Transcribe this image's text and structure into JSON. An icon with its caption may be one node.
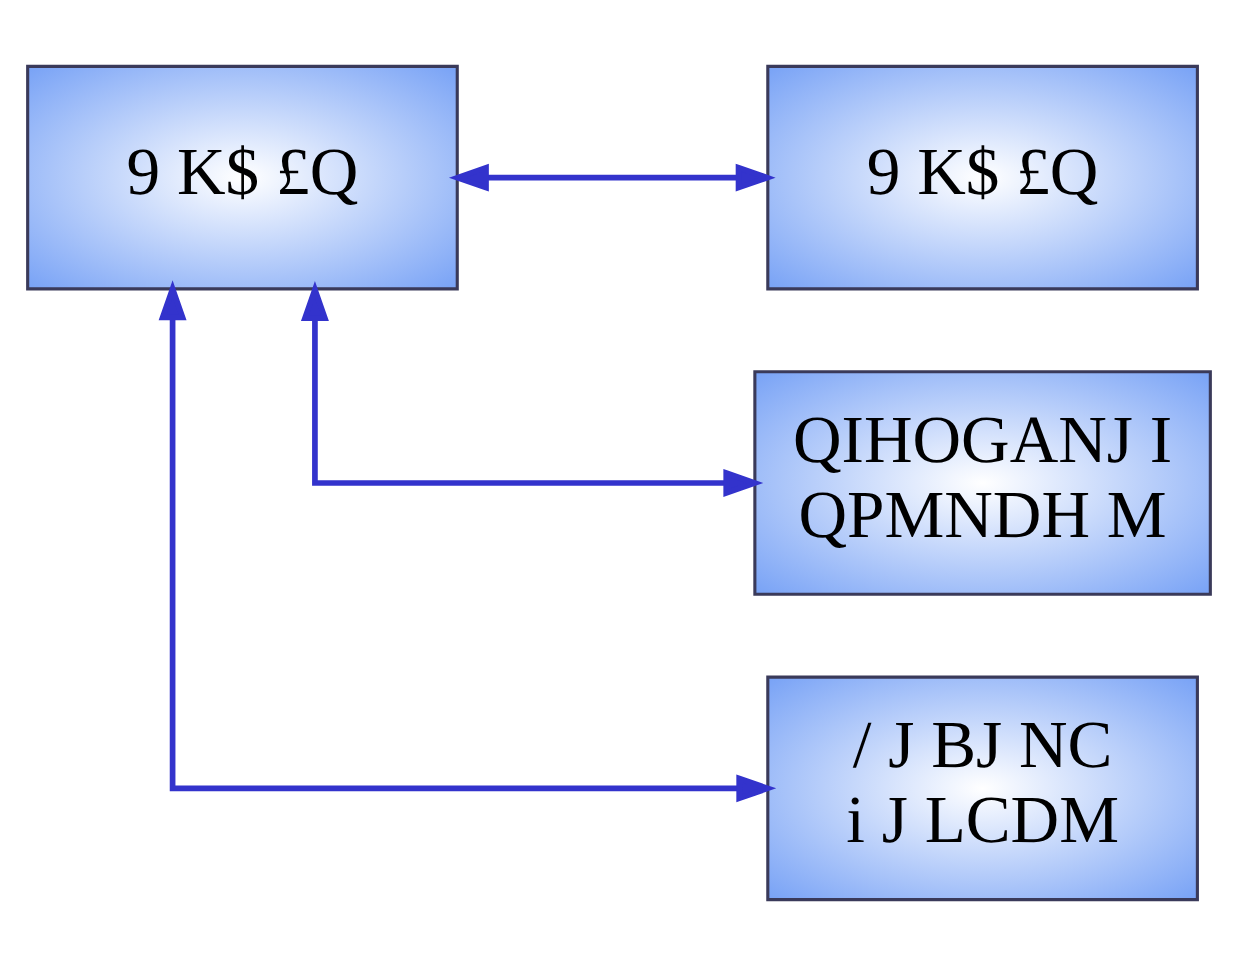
{
  "diagram": {
    "nodes": [
      {
        "text": [
          "9 K$ £Q"
        ]
      },
      {
        "text": [
          "9 K$ £Q"
        ]
      },
      {
        "text": [
          "QIHOGANJ I QPMNDH M"
        ]
      },
      {
        "text": [
          "/ J BJ NC i J LCDM"
        ]
      }
    ],
    "edges": [
      {
        "from": 0,
        "to": 1,
        "arrow": "both"
      },
      {
        "from": 0,
        "to": 2,
        "arrow": "both"
      },
      {
        "from": 0,
        "to": 3,
        "arrow": "both"
      }
    ]
  }
}
